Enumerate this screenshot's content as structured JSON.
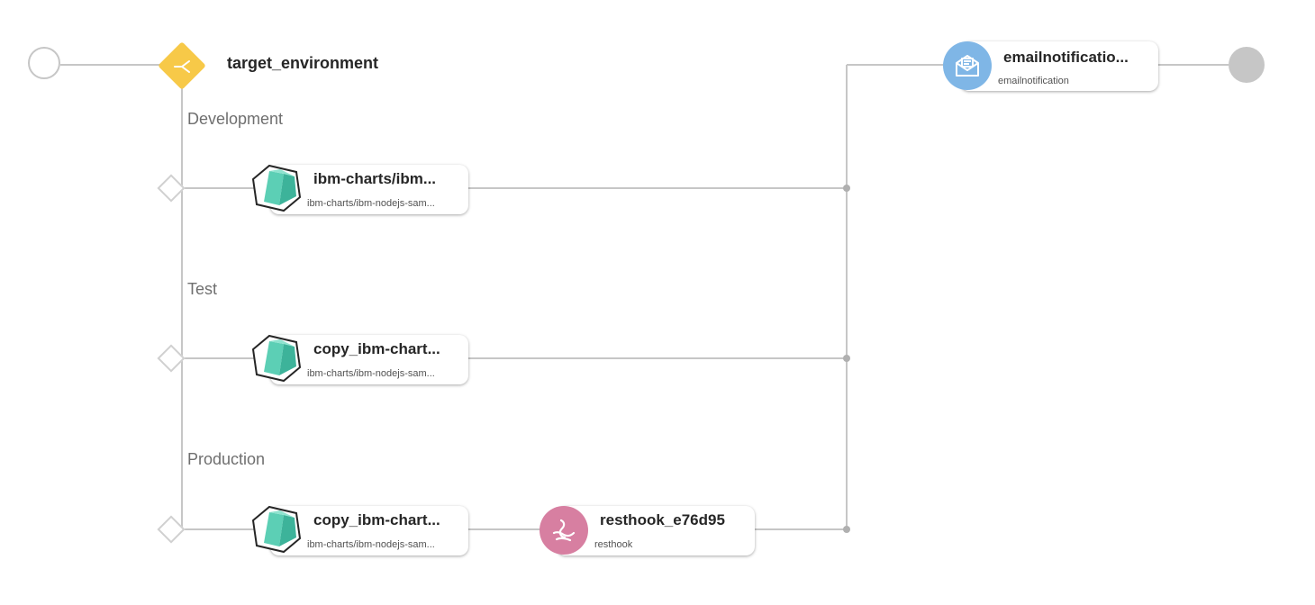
{
  "decision": {
    "title": "target_environment",
    "icon": "split-icon",
    "color": "#f7c948"
  },
  "branches": [
    {
      "label": "Development",
      "node": {
        "name": "ibm-charts/ibm...",
        "subtitle": "ibm-charts/ibm-nodejs-sam...",
        "icon": "helm-chart-icon"
      }
    },
    {
      "label": "Test",
      "node": {
        "name": "copy_ibm-chart...",
        "subtitle": "ibm-charts/ibm-nodejs-sam...",
        "icon": "helm-chart-icon"
      }
    },
    {
      "label": "Production",
      "node": {
        "name": "copy_ibm-chart...",
        "subtitle": "ibm-charts/ibm-nodejs-sam...",
        "icon": "helm-chart-icon"
      },
      "next": {
        "name": "resthook_e76d95",
        "subtitle": "resthook",
        "icon": "resthook-icon",
        "color": "#d77fa1"
      }
    }
  ],
  "final_node": {
    "name": "emailnotificatio...",
    "subtitle": "emailnotification",
    "icon": "email-notification-icon",
    "color": "#7fb6e6"
  },
  "colors": {
    "wire": "#c6c6c6",
    "teal": "#5ccfb5",
    "end_circle": "#c6c6c6"
  }
}
